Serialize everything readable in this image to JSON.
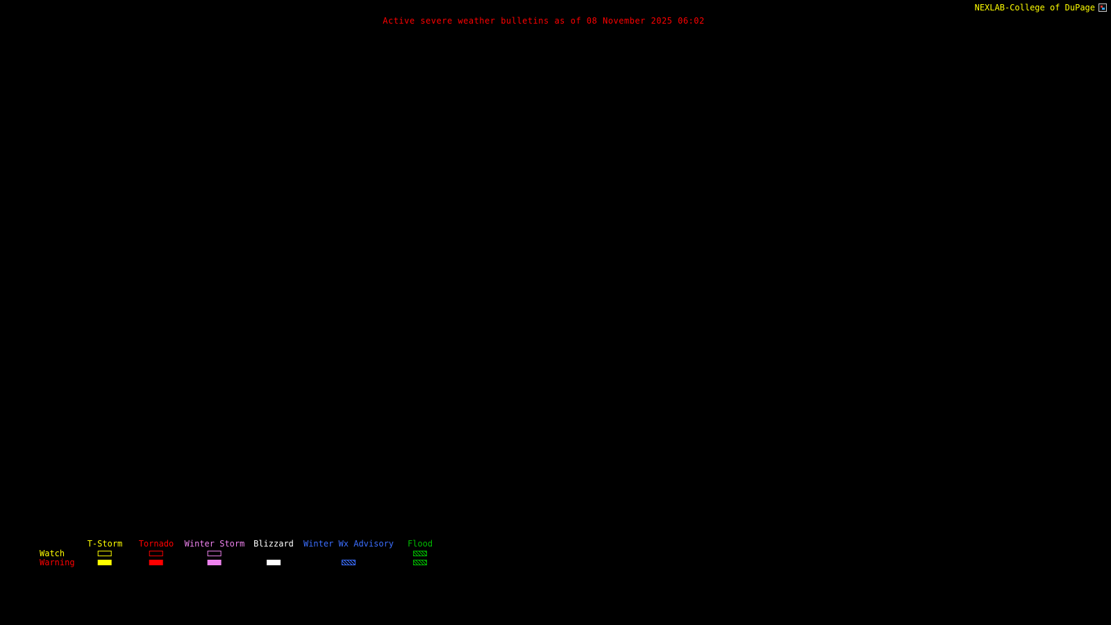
{
  "header": {
    "brand": "NEXLAB-College of DuPage",
    "title": "Active severe weather bulletins as of 08 November 2025 06:02"
  },
  "colors": {
    "background": "#000000",
    "title": "#ff0000",
    "brand": "#ffff00",
    "watch_label": "#ffff00",
    "warning_label": "#ff0000"
  },
  "legend": {
    "watch_label": "Watch",
    "warning_label": "Warning",
    "columns": [
      {
        "label": "T-Storm",
        "color": "#ffff00",
        "watch": "outline",
        "warning": "filled"
      },
      {
        "label": "Tornado",
        "color": "#ff0000",
        "watch": "outline",
        "warning": "filled"
      },
      {
        "label": "Winter Storm",
        "color": "#ee82ee",
        "watch": "outline",
        "warning": "filled"
      },
      {
        "label": "Blizzard",
        "color": "#ffffff",
        "watch": "none",
        "warning": "filled"
      },
      {
        "label": "Winter Wx Advisory",
        "color": "#3b6eff",
        "watch": "none",
        "warning": "hatched"
      },
      {
        "label": "Flood",
        "color": "#00bb00",
        "watch": "hatched",
        "warning": "hatched"
      }
    ]
  }
}
